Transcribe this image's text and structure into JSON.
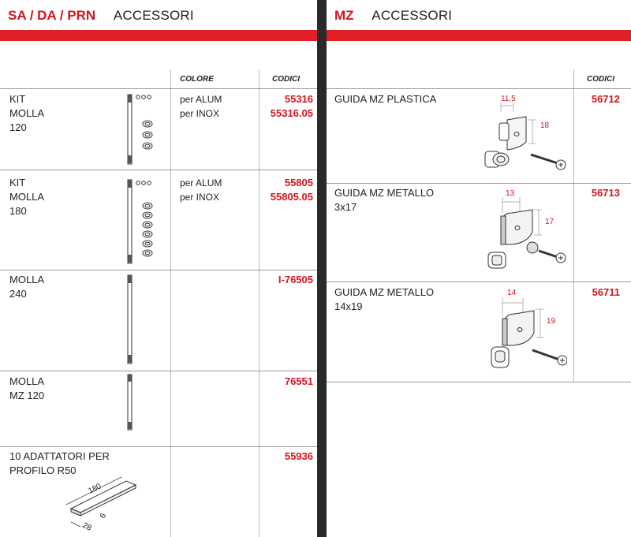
{
  "left": {
    "header": {
      "code": "SA / DA / PRN",
      "name": "ACCESSORI"
    },
    "columns": {
      "colore": "COLORE",
      "codici": "CODICI"
    },
    "rows": [
      {
        "name": [
          "KIT",
          "MOLLA",
          "120"
        ],
        "colors": [
          "per ALUM",
          "per INOX"
        ],
        "codes": [
          "55316",
          "55316.05"
        ]
      },
      {
        "name": [
          "KIT",
          "MOLLA",
          "180"
        ],
        "colors": [
          "per ALUM",
          "per INOX"
        ],
        "codes": [
          "55805",
          "55805.05"
        ]
      },
      {
        "name": [
          "MOLLA",
          "240"
        ],
        "colors": [],
        "codes": [
          "I-76505"
        ]
      },
      {
        "name": [
          "MOLLA",
          "MZ 120"
        ],
        "colors": [],
        "codes": [
          "76551"
        ]
      },
      {
        "name": [
          "10 ADATTATORI PER",
          "PROFILO R50"
        ],
        "colors": [],
        "codes": [
          "55936"
        ],
        "dims": [
          "180",
          "28",
          "6"
        ]
      }
    ]
  },
  "right": {
    "header": {
      "code": "MZ",
      "name": "ACCESSORI"
    },
    "columns": {
      "codici": "CODICI"
    },
    "rows": [
      {
        "name": [
          "GUIDA MZ PLASTICA"
        ],
        "codes": [
          "56712"
        ],
        "dims": [
          "11,5",
          "18"
        ]
      },
      {
        "name": [
          "GUIDA MZ METALLO",
          "3x17"
        ],
        "codes": [
          "56713"
        ],
        "dims": [
          "13",
          "17"
        ]
      },
      {
        "name": [
          "GUIDA MZ METALLO",
          "14x19"
        ],
        "codes": [
          "56711"
        ],
        "dims": [
          "14",
          "19"
        ]
      }
    ]
  },
  "colors": {
    "accent": "#e01f26",
    "code_text": "#d6141e",
    "spine": "#2a2a2a"
  }
}
